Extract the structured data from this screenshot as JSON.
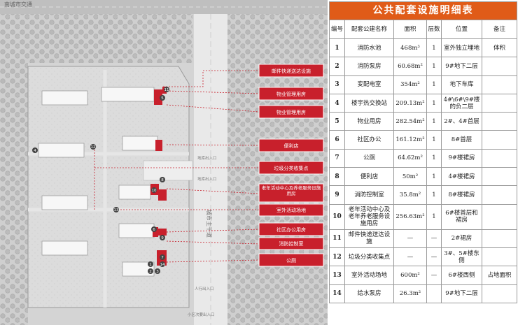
{
  "site_plan": {
    "map_texts": {
      "top_left_road": "南城市交通",
      "main_road": "城市主干道",
      "vehicle_entry_upper": "地库出入口",
      "vehicle_entry_lower": "地库出入口",
      "pedestrian_entry": "人行出入口",
      "bottom_entry": "小区次要出入口"
    },
    "callouts": [
      {
        "label": "邮件快递送达设施"
      },
      {
        "label": "物业管理用房"
      },
      {
        "label": "物业管理用房"
      },
      {
        "label": "便利店"
      },
      {
        "label": "垃圾分类收集点"
      },
      {
        "label": "老年活动中心及养老服务设施用房"
      },
      {
        "label": "室外活动场地"
      },
      {
        "label": "社区办公用房"
      },
      {
        "label": "消防控制室"
      },
      {
        "label": "公厕"
      }
    ],
    "markers": [
      "1",
      "2",
      "3",
      "4",
      "5",
      "6",
      "7",
      "8",
      "9",
      "10",
      "11",
      "12",
      "13",
      "14"
    ]
  },
  "table": {
    "title": "公共配套设施明细表",
    "headers": [
      "编号",
      "配套公建名称",
      "面积",
      "层数",
      "位置",
      "备注"
    ],
    "rows": [
      [
        "1",
        "消防水池",
        "468m³",
        "1",
        "室外独立埋地",
        "体积"
      ],
      [
        "2",
        "消防泵房",
        "60.68m²",
        "1",
        "9#地下二层",
        ""
      ],
      [
        "3",
        "变配电室",
        "354m²",
        "1",
        "地下车库",
        ""
      ],
      [
        "4",
        "楼宇热交换站",
        "209.13m²",
        "1",
        "4#\\6#\\9#楼的负二层",
        ""
      ],
      [
        "5",
        "物业用房",
        "282.54m²",
        "1",
        "2#、4#首层",
        ""
      ],
      [
        "6",
        "社区办公",
        "161.12m²",
        "1",
        "8#首层",
        ""
      ],
      [
        "7",
        "公厕",
        "64.62m²",
        "1",
        "9#楼裙房",
        ""
      ],
      [
        "8",
        "便利店",
        "50m²",
        "1",
        "4#楼裙房",
        ""
      ],
      [
        "9",
        "消防控制室",
        "35.8m²",
        "1",
        "8#楼裙房",
        ""
      ],
      [
        "10",
        "老年活动中心及老年养老服务设施用房",
        "256.63m²",
        "1",
        "6#楼首层和裙房",
        ""
      ],
      [
        "11",
        "邮件快递送达设施",
        "—",
        "—",
        "2#裙房",
        ""
      ],
      [
        "12",
        "垃圾分类收集点",
        "—",
        "—",
        "3#、5#楼东侧",
        ""
      ],
      [
        "13",
        "室外活动场地",
        "600m²",
        "—",
        "6#楼西侧",
        "占地面积"
      ],
      [
        "14",
        "给水泵房",
        "26.3m²",
        "",
        "9#地下二层",
        ""
      ]
    ]
  },
  "colors": {
    "accent_orange": "#e05b18",
    "callout_red": "#c8202c",
    "marker_dark": "#444444"
  }
}
